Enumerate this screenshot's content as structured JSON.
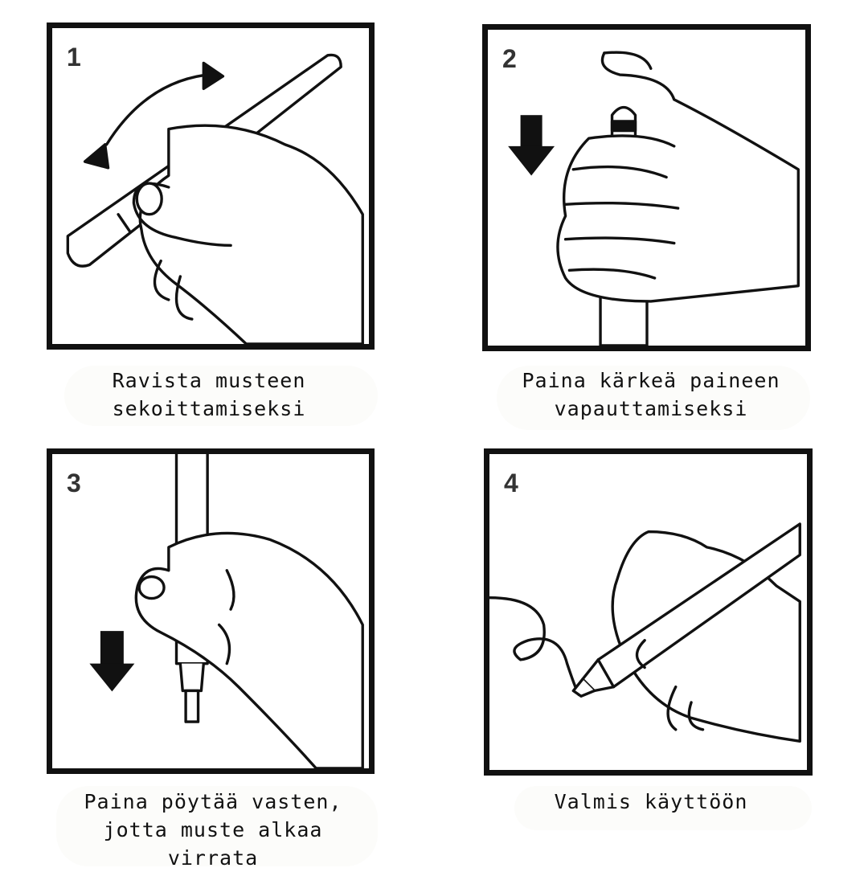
{
  "steps": [
    {
      "number": "1",
      "caption": "Ravista musteen sekoittamiseksi",
      "icon": "shake-pen-icon"
    },
    {
      "number": "2",
      "caption": "Paina kärkeä paineen vapauttamiseksi",
      "icon": "press-tip-icon"
    },
    {
      "number": "3",
      "caption": "Paina pöytää vasten, jotta muste alkaa virrata",
      "icon": "press-on-table-icon"
    },
    {
      "number": "4",
      "caption": "Valmis käyttöön",
      "icon": "write-icon"
    }
  ],
  "colors": {
    "frame": "#111111",
    "number": "#333333",
    "text": "#111111"
  }
}
